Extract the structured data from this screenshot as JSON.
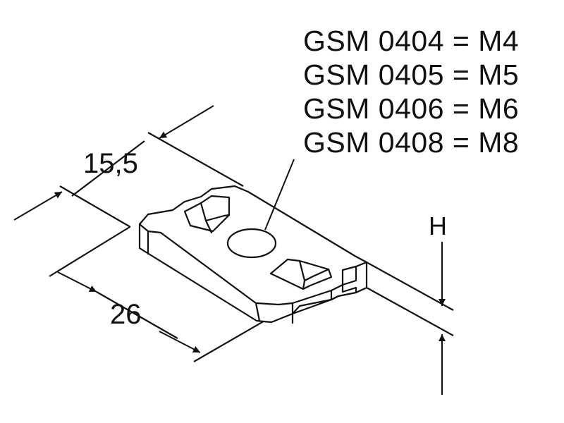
{
  "variants": [
    {
      "article": "GSM 0404",
      "separator": "=",
      "thread": "M4"
    },
    {
      "article": "GSM 0405",
      "separator": "=",
      "thread": "M5"
    },
    {
      "article": "GSM 0406",
      "separator": "=",
      "thread": "M6"
    },
    {
      "article": "GSM 0408",
      "separator": "=",
      "thread": "M8"
    }
  ],
  "dimensions": {
    "width": "15,5",
    "length": "26",
    "height": "H"
  },
  "colors": {
    "line": "#111111",
    "background": "#ffffff"
  }
}
